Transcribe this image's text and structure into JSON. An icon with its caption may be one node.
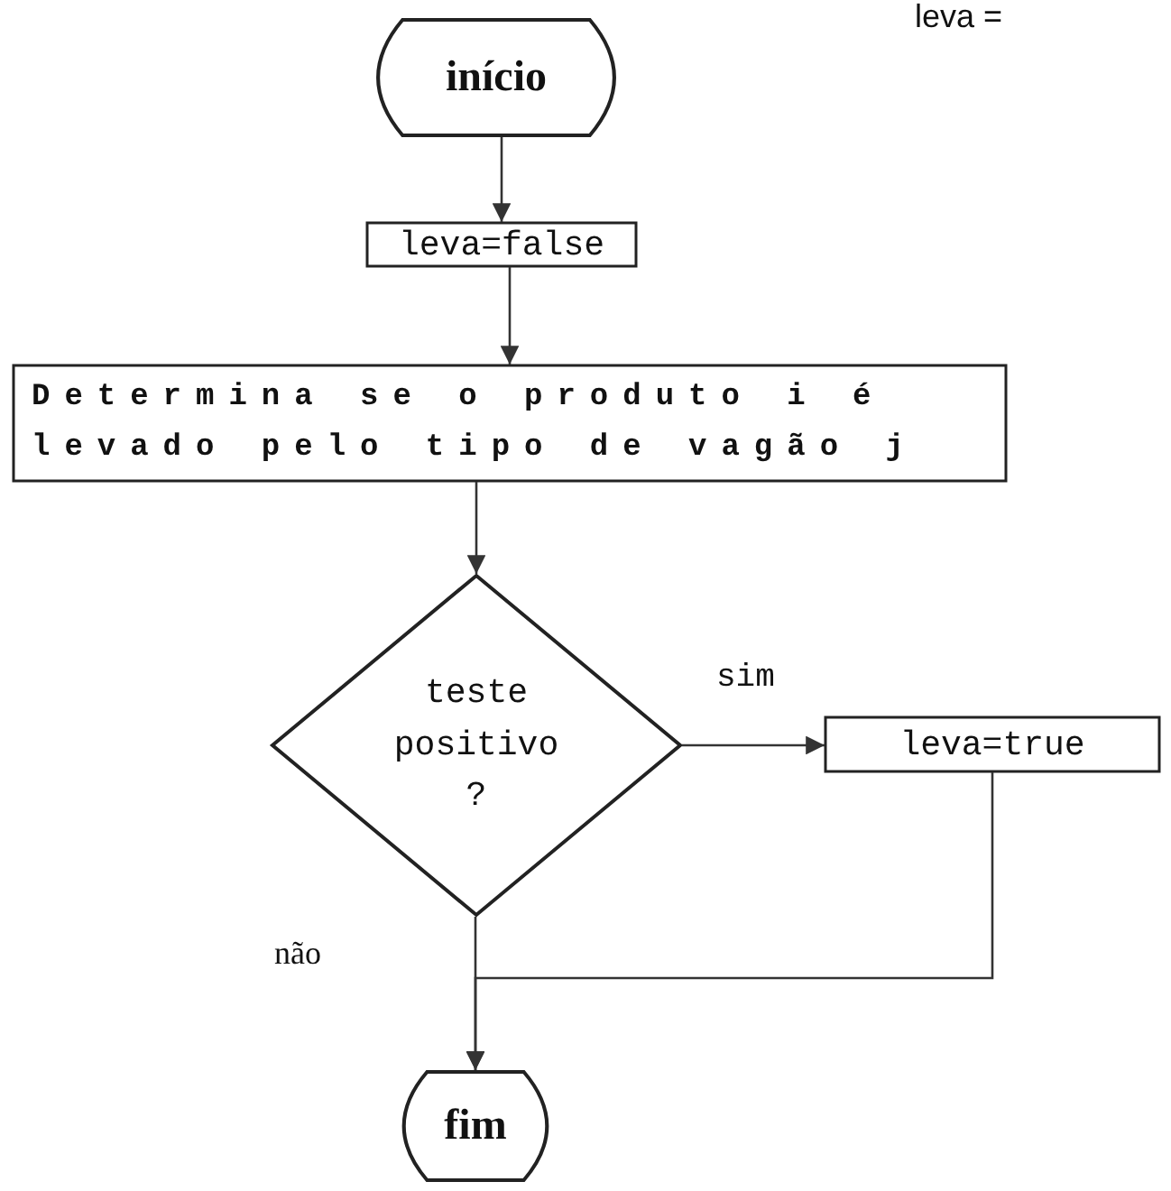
{
  "diagram": {
    "nodes": [
      {
        "text": [
          "início"
        ]
      },
      {
        "text": [
          "leva=false"
        ]
      },
      {
        "text": [
          "Determina se o produto i é levado pelo tipo de vagão j"
        ]
      },
      {
        "text": [
          "teste positivo ?"
        ]
      },
      {
        "text": [
          "leva=true"
        ]
      },
      {
        "text": [
          "fim"
        ]
      }
    ],
    "edges": [
      {
        "from": 0,
        "to": 1,
        "arrow": "to"
      },
      {
        "from": 1,
        "to": 2,
        "arrow": "to"
      },
      {
        "from": 2,
        "to": 3,
        "arrow": "to"
      },
      {
        "from": 3,
        "to": 4,
        "label": "sim",
        "arrow": "to"
      },
      {
        "from": 3,
        "to": 5,
        "label": "não",
        "arrow": "to"
      },
      {
        "from": 4,
        "to": 5,
        "arrow": "to"
      }
    ],
    "labels": [
      "leva ="
    ]
  }
}
